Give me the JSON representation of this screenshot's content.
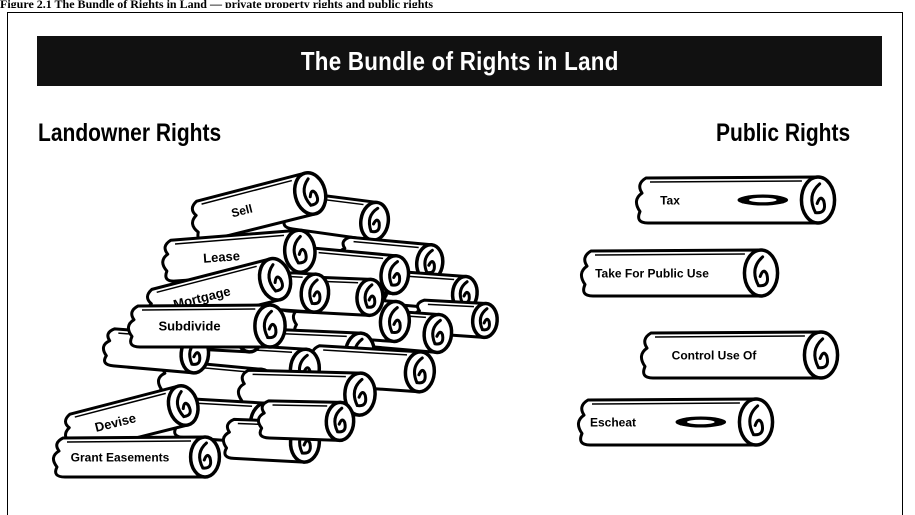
{
  "top_caption": "Figure 2.1 The Bundle of Rights in Land — private property rights and public rights",
  "title": "The Bundle of Rights in Land",
  "landowner": {
    "heading": "Landowner Rights",
    "rights": [
      "Sell",
      "Lease",
      "Mortgage",
      "Subdivide",
      "Devise",
      "Grant Easements"
    ]
  },
  "public": {
    "heading": "Public Rights",
    "rights": [
      "Tax",
      "Take For Public Use",
      "Control Use Of",
      "Escheat"
    ]
  }
}
